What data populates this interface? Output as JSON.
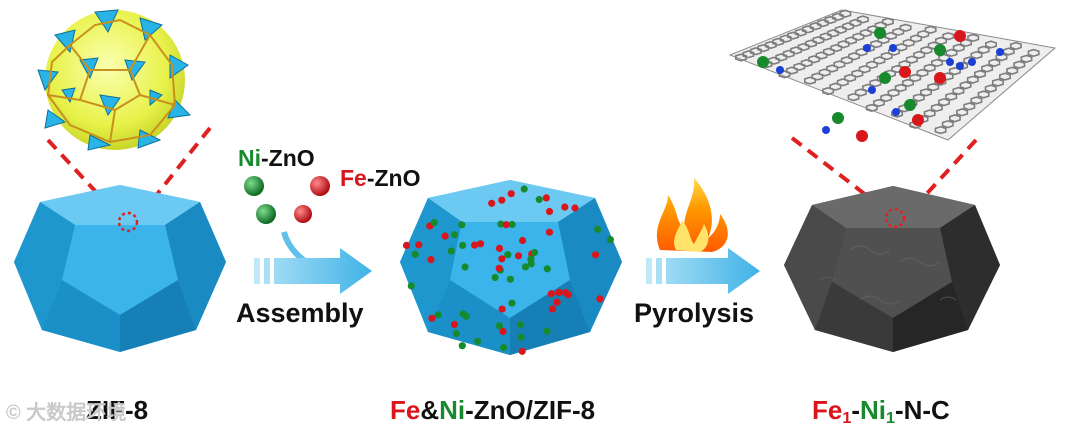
{
  "stage1": {
    "caption": "ZIF-8"
  },
  "reagents": {
    "ni": {
      "element": "Ni",
      "suffix": "-ZnO"
    },
    "fe": {
      "element": "Fe",
      "suffix": "-ZnO"
    }
  },
  "arrow1": {
    "label": "Assembly"
  },
  "stage2": {
    "fe": "Fe",
    "amp": "&",
    "ni": "Ni",
    "rest": "-ZnO/ZIF-8"
  },
  "arrow2": {
    "label": "Pyrolysis"
  },
  "stage3": {
    "fe": "Fe",
    "fe_sub": "1",
    "dash": "-",
    "ni": "Ni",
    "ni_sub": "1",
    "rest": "-N-C"
  },
  "watermark": {
    "text": "© 大数据环境"
  },
  "colors": {
    "zif": "#2aa9e0",
    "fe": "#d9161c",
    "ni": "#178a2e",
    "carbon": "#3c3c3c",
    "arrow": "#5fc0ea"
  }
}
